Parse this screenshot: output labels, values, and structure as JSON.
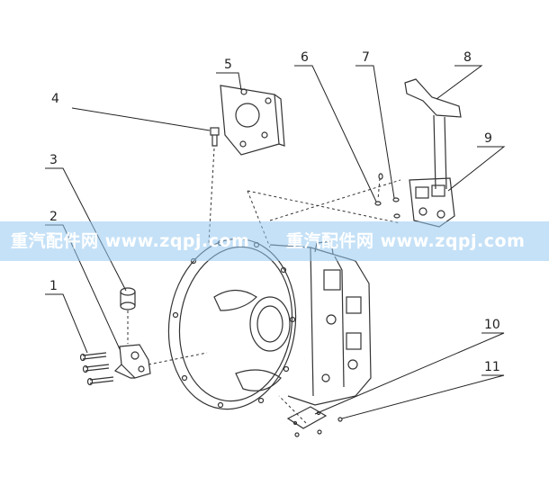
{
  "callouts": [
    {
      "num": "1"
    },
    {
      "num": "2"
    },
    {
      "num": "3"
    },
    {
      "num": "4"
    },
    {
      "num": "5"
    },
    {
      "num": "6"
    },
    {
      "num": "7"
    },
    {
      "num": "8"
    },
    {
      "num": "9"
    },
    {
      "num": "10"
    },
    {
      "num": "11"
    }
  ],
  "watermark": {
    "left": "重汽配件网  www.zqpj.com",
    "right": "重汽配件网  www.zqpj.com"
  },
  "colors": {
    "line": "#222222",
    "banner": "#96c8f0"
  }
}
